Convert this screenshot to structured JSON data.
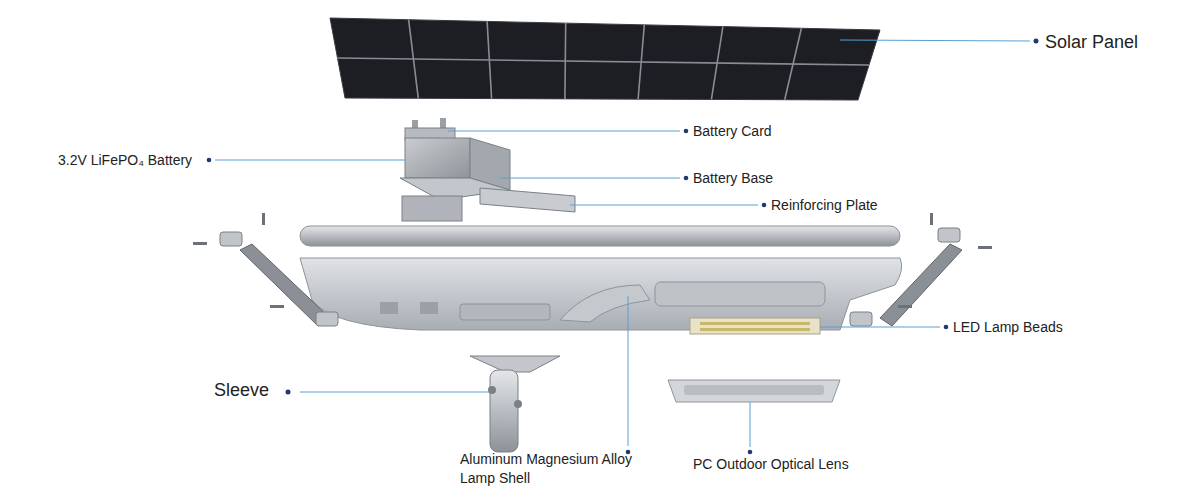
{
  "diagram": {
    "labels": [
      "Solar Panel",
      "Battery Card",
      "3.2V LiFePO₄ Battery",
      "Battery Base",
      "Reinforcing Plate",
      "LED Lamp Beads",
      "Sleeve",
      "Aluminum Magnesium Alloy Lamp Shell",
      "PC Outdoor Optical Lens"
    ]
  }
}
